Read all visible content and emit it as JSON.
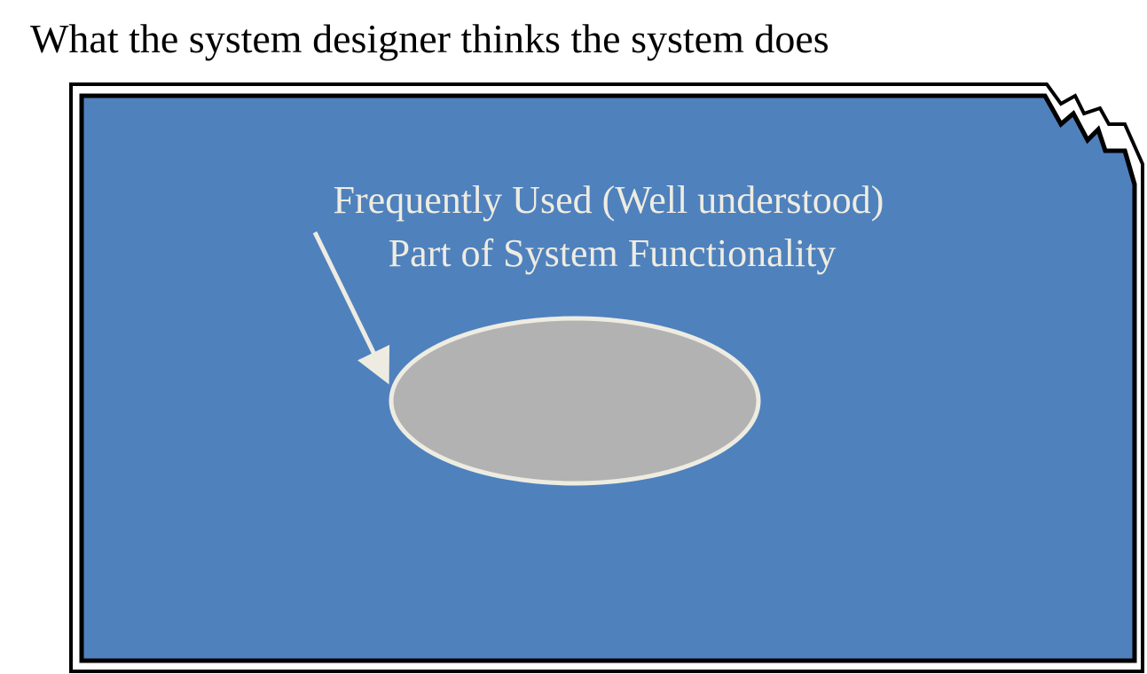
{
  "title": "What the system designer thinks the system does",
  "callout": {
    "line1": "Frequently Used (Well understood)",
    "line2": "Part of System Functionality"
  },
  "colors": {
    "system_fill": "#4f81bd",
    "outline": "#000000",
    "core_fill": "#b2b2b2",
    "core_stroke": "#eeece1",
    "label_text": "#eeece1",
    "arrow": "#eeece1"
  },
  "icons": {
    "arrow": "arrow-icon",
    "torn_corner": "torn-corner-icon"
  }
}
